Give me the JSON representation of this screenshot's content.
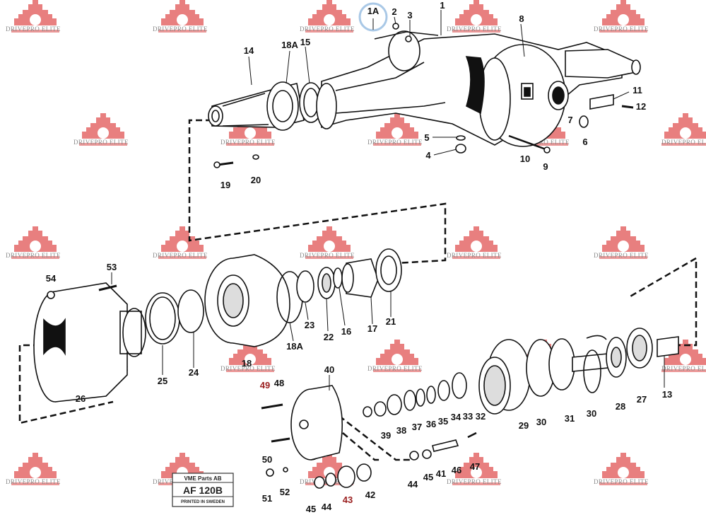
{
  "diagram": {
    "watermark_text": "DRIVEPRO ELITE",
    "stamp": {
      "line1": "VME Parts AB",
      "line2": "AF 120B",
      "line3": "PRINTED IN SWEDEN"
    },
    "highlight_label": "1A",
    "callouts": {
      "c1": "1",
      "c2": "2",
      "c3": "3",
      "c4": "4",
      "c5": "5",
      "c6": "6",
      "c7": "7",
      "c8": "8",
      "c9": "9",
      "c10": "10",
      "c11": "11",
      "c12": "12",
      "c13": "13",
      "c14": "14",
      "c15": "15",
      "c16": "16",
      "c17": "17",
      "c18": "18",
      "c18a_top": "18A",
      "c18a_mid": "18A",
      "c19": "19",
      "c20": "20",
      "c21": "21",
      "c22": "22",
      "c23": "23",
      "c24": "24",
      "c25": "25",
      "c26": "26",
      "c27": "27",
      "c28": "28",
      "c29": "29",
      "c30a": "30",
      "c30b": "30",
      "c31": "31",
      "c32": "32",
      "c33": "33",
      "c34": "34",
      "c35": "35",
      "c36": "36",
      "c37": "37",
      "c38": "38",
      "c39": "39",
      "c40": "40",
      "c41": "41",
      "c42": "42",
      "c43": "43",
      "c44a": "44",
      "c44b": "44",
      "c45a": "45",
      "c45b": "45",
      "c46": "46",
      "c47": "47",
      "c48": "48",
      "c49": "49",
      "c50": "50",
      "c51": "51",
      "c52": "52",
      "c53": "53",
      "c54": "54"
    }
  }
}
